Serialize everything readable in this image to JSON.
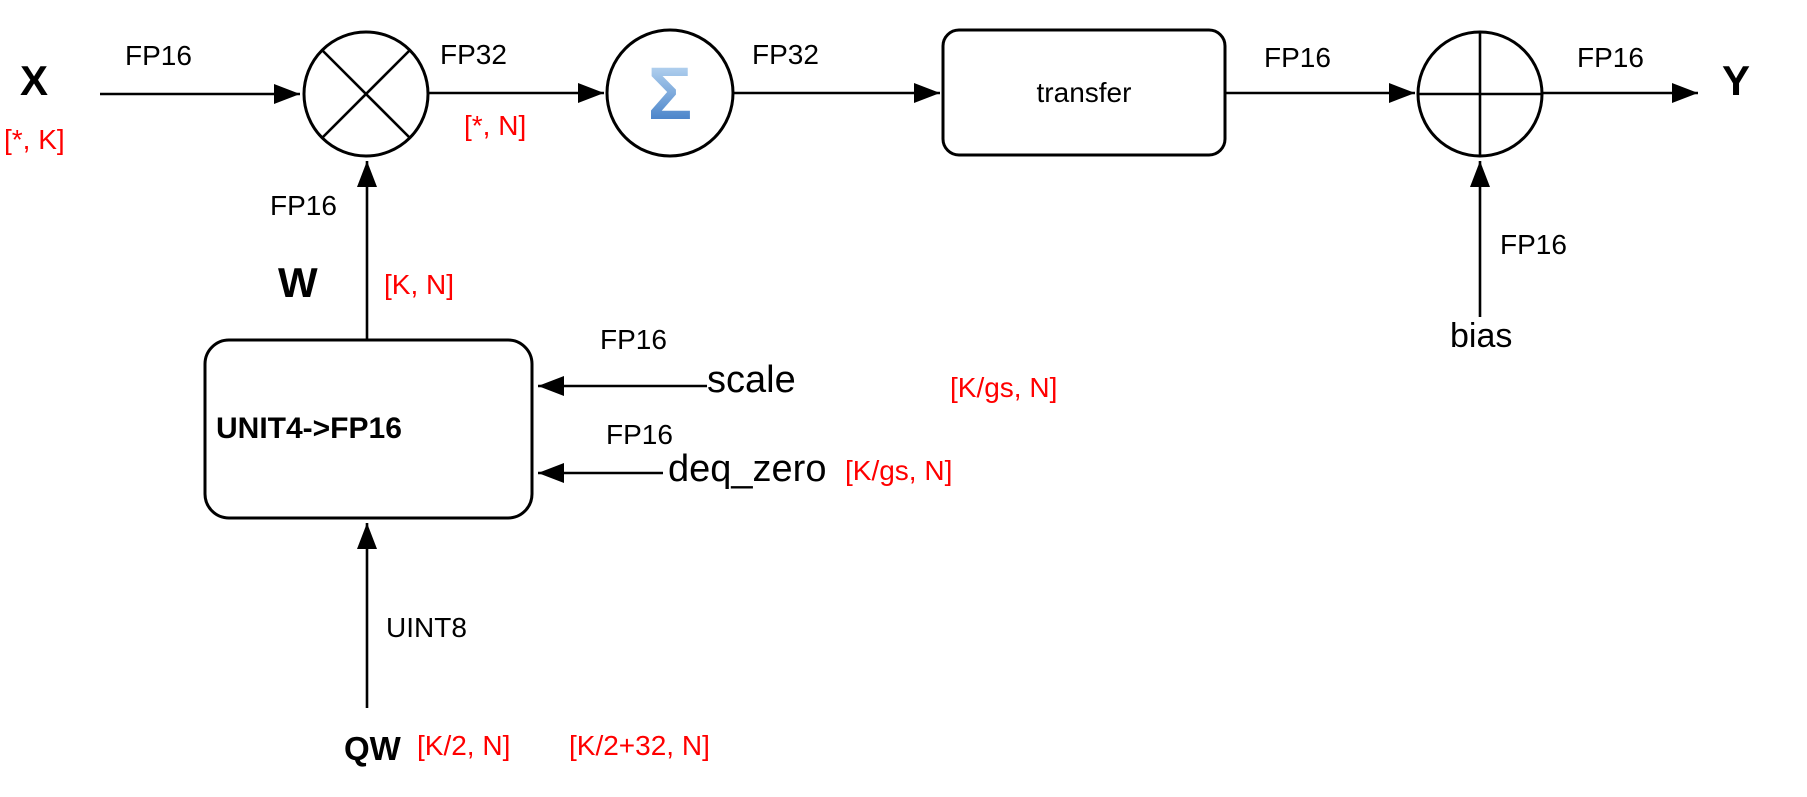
{
  "diagram": {
    "description": "Quantized weight GEMM dataflow",
    "colors": {
      "line": "#000000",
      "shape_label": "#ff0000",
      "sigma_top": "#cde5f8",
      "sigma_bottom": "#2e6fc0"
    },
    "nodes": {
      "input_x": {
        "label": "X",
        "shape": "[*, K]"
      },
      "multiply": {
        "kind": "multiply"
      },
      "accumulate": {
        "glyph": "Σ"
      },
      "transfer": {
        "label": "transfer"
      },
      "add": {
        "kind": "add"
      },
      "output_y": {
        "label": "Y"
      },
      "dequantize": {
        "label": "UNIT4->FP16"
      }
    },
    "edges": {
      "x_to_multiply": {
        "dtype": "FP16"
      },
      "multiply_to_accumulate": {
        "dtype": "FP32",
        "shape": "[*, N]"
      },
      "accumulate_to_transfer": {
        "dtype": "FP32"
      },
      "transfer_to_add": {
        "dtype": "FP16"
      },
      "add_to_y": {
        "dtype": "FP16"
      },
      "w_to_multiply": {
        "dtype": "FP16",
        "label": "W",
        "shape": "[K, N]"
      },
      "scale_to_dequantize": {
        "dtype": "FP16",
        "label": "scale",
        "shape": "[K/gs, N]"
      },
      "deq_zero_to_dequantize": {
        "dtype": "FP16",
        "label": "deq_zero",
        "shape": "[K/gs, N]"
      },
      "qw_to_dequantize": {
        "dtype": "UINT8",
        "label": "QW",
        "shape_packed": "[K/2, N]",
        "shape_padded": "[K/2+32, N]"
      },
      "bias_to_add": {
        "dtype": "FP16",
        "label": "bias"
      }
    }
  }
}
